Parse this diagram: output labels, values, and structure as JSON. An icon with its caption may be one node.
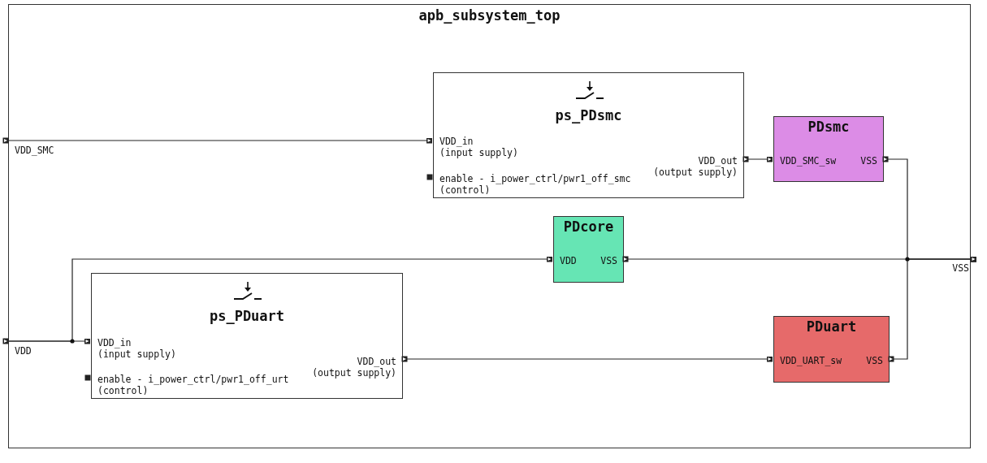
{
  "diagram": {
    "nodes": [
      {
        "text": [
          "apb_subsystem_top"
        ]
      },
      {
        "text": [
          "ps_PDsmc",
          "VDD_in (input supply)",
          "enable - i_power_ctrl/pwr1_off_smc (control)",
          "VDD_out (output supply)"
        ],
        "in": 0
      },
      {
        "text": [
          "PDsmc",
          "VDD_SMC_sw",
          "VSS"
        ],
        "in": 0
      },
      {
        "text": [
          "PDcore",
          "VDD",
          "VSS"
        ],
        "in": 0
      },
      {
        "text": [
          "ps_PDuart",
          "VDD_in (input supply)",
          "enable - i_power_ctrl/pwr1_off_urt (control)",
          "VDD_out (output supply)"
        ],
        "in": 0
      },
      {
        "text": [
          "PDuart",
          "VDD_UART_sw",
          "VSS"
        ],
        "in": 0
      },
      {
        "text": [
          "VDD_SMC"
        ],
        "in": 0
      },
      {
        "text": [
          "VDD"
        ],
        "in": 0
      },
      {
        "text": [
          "VSS"
        ],
        "in": 0
      }
    ],
    "edges": [
      {
        "from": 6,
        "to": 1,
        "arrow": "to"
      },
      {
        "from": 1,
        "to": 2,
        "arrow": "to"
      },
      {
        "from": 7,
        "to": 4,
        "arrow": "to"
      },
      {
        "from": 7,
        "to": 3,
        "arrow": "to"
      },
      {
        "from": 4,
        "to": 5,
        "arrow": "to"
      },
      {
        "from": 2,
        "to": 8,
        "arrow": "to"
      },
      {
        "from": 3,
        "to": 8,
        "arrow": "to"
      },
      {
        "from": 5,
        "to": 8,
        "arrow": "to"
      }
    ]
  }
}
